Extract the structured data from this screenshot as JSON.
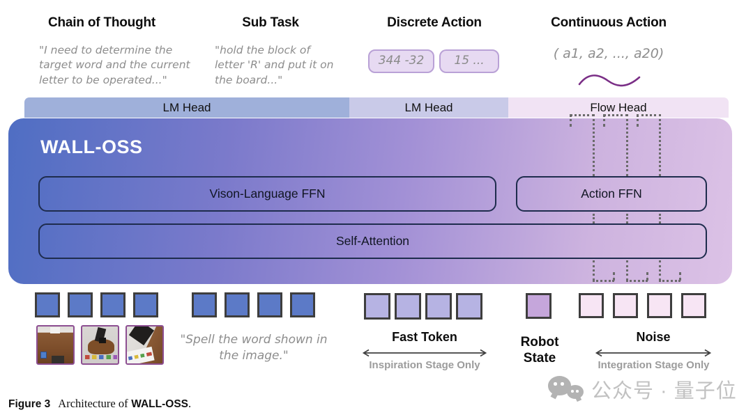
{
  "columns": [
    {
      "title": "Chain of Thought",
      "quote": "\"I need to determine the target word and the current letter to be operated...\""
    },
    {
      "title": "Sub Task",
      "quote": "\"hold the block of letter 'R' and put it on the board...\""
    },
    {
      "title": "Discrete Action",
      "tokens": [
        "344 -32",
        "15 ..."
      ]
    },
    {
      "title": "Continuous Action",
      "vector": "( a1, a2, ..., a20)"
    }
  ],
  "heads": [
    {
      "label": "LM Head"
    },
    {
      "label": "LM Head"
    },
    {
      "label": "Flow Head"
    }
  ],
  "model": {
    "name": "WALL-OSS",
    "vl_ffn": "Vison-Language FFN",
    "action_ffn": "Action FFN",
    "self_attention": "Self-Attention"
  },
  "bottom": {
    "image_quote": "\"Spell the word shown in the image.\"",
    "fast_token": {
      "label": "Fast Token",
      "stage": "Inspiration Stage Only"
    },
    "robot_state": {
      "label": "Robot State"
    },
    "noise": {
      "label": "Noise",
      "stage": "Integration Stage Only"
    }
  },
  "watermark": {
    "icon": "wechat-icon",
    "text": "公众号 · 量子位"
  },
  "caption": {
    "label": "Figure 3",
    "body": "Architecture of",
    "model_name": "WALL-OSS",
    "period": "."
  },
  "colors": {
    "lm_head_primary": "#9fb0da",
    "lm_head_secondary": "#c9cae8",
    "flow_head": "#f1e3f4",
    "gradient_left": "#4f6ec3",
    "gradient_right": "#dcc2e6",
    "vision_token": "#5c7ac7",
    "fast_token": "#b6b3e3",
    "robot_state_token": "#c5a6db",
    "noise_token": "#f7e5f4",
    "accent_purple": "#7a2e86"
  }
}
